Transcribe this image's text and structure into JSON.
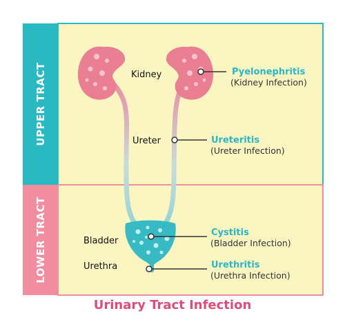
{
  "sections": {
    "upper": "UPPER TRACT",
    "lower": "LOWER TRACT"
  },
  "organs": {
    "kidney": "Kidney",
    "ureter": "Ureter",
    "bladder": "Bladder",
    "urethra": "Urethra"
  },
  "conditions": [
    {
      "name": "Pyelonephritis",
      "subtitle": "(Kidney Infection)"
    },
    {
      "name": "Ureteritis",
      "subtitle": "(Ureter Infection)"
    },
    {
      "name": "Cystitis",
      "subtitle": "(Bladder Infection)"
    },
    {
      "name": "Urethritis",
      "subtitle": "(Urethra Infection)"
    }
  ],
  "caption": "Urinary Tract Infection",
  "colors": {
    "upper_band": "#29b9c3",
    "lower_band": "#f28da0",
    "panel": "#fbf5c2",
    "kidney": "#ea7e93",
    "bladder": "#38bac4",
    "condition_text": "#2ab7c4",
    "caption": "#e04c7a"
  }
}
